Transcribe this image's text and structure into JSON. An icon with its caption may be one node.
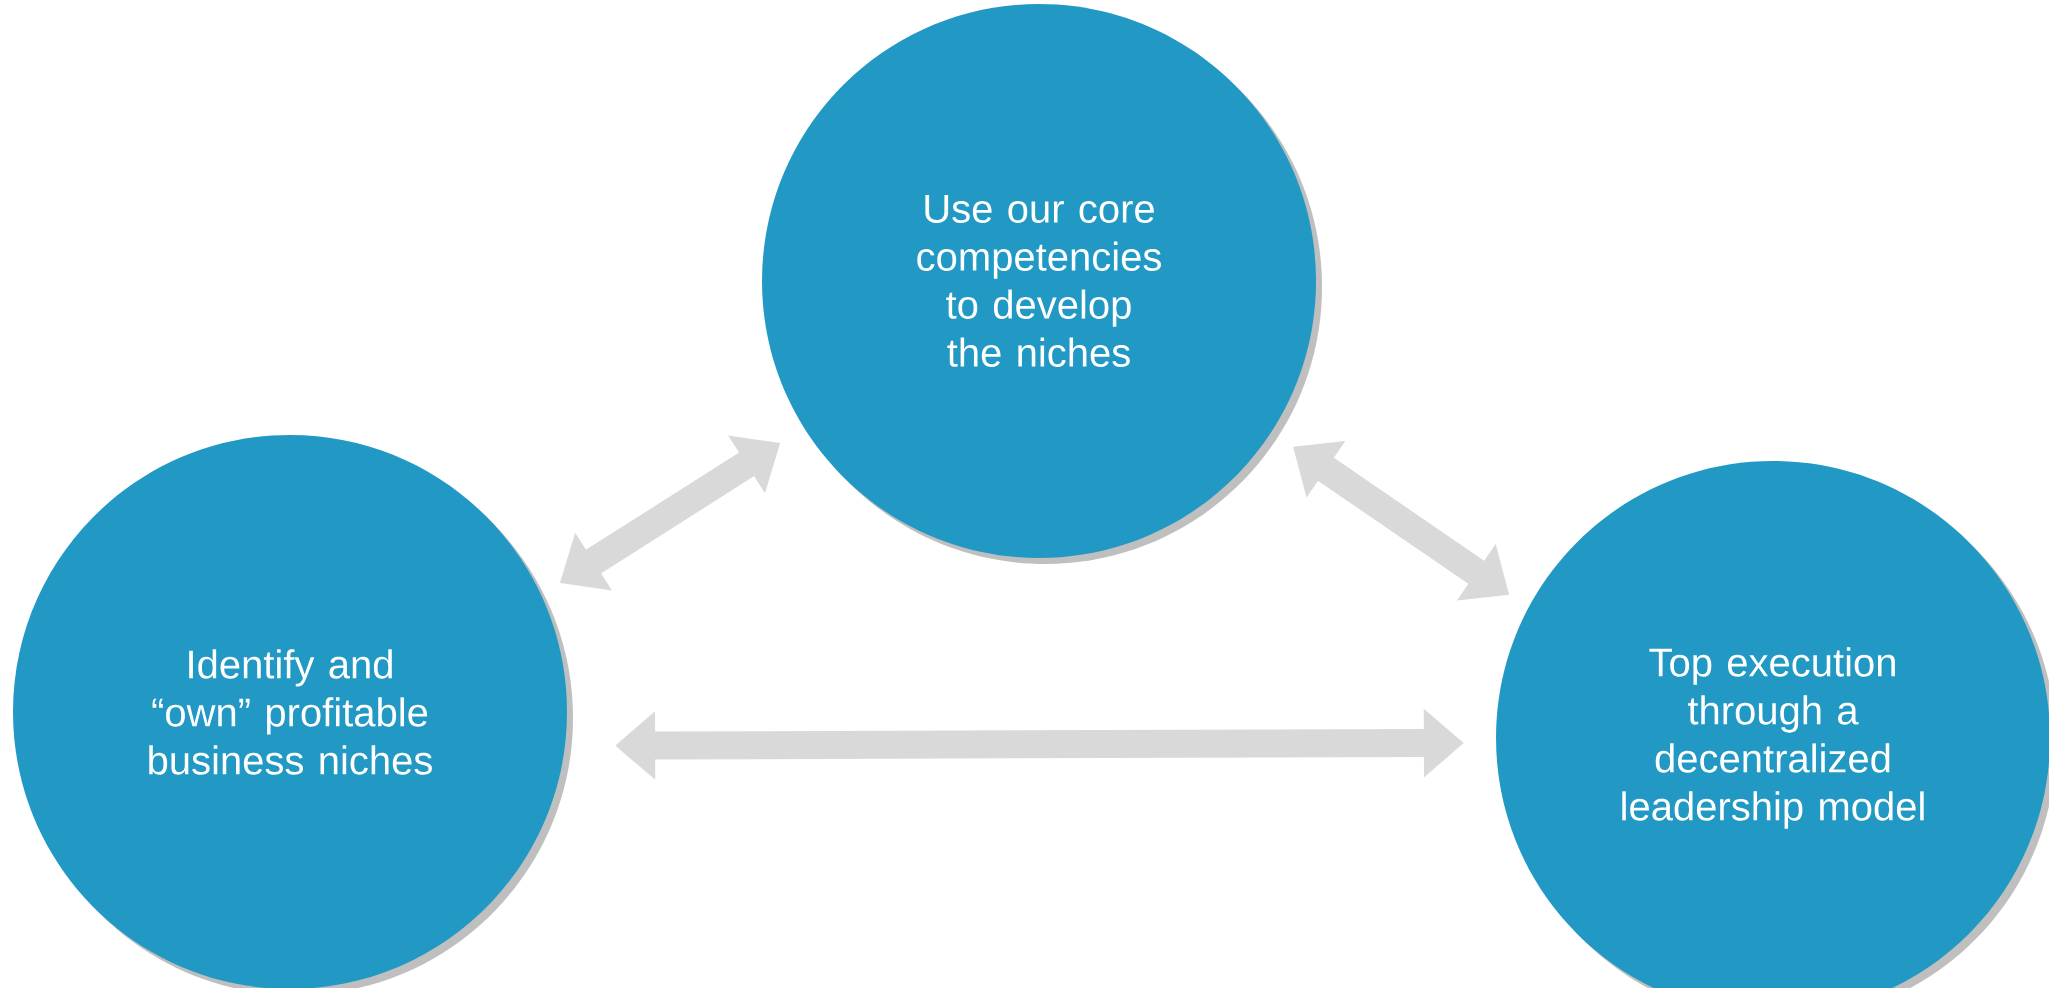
{
  "diagram": {
    "nodes": [
      {
        "text": [
          "Use our core competencies to develop the niches"
        ]
      },
      {
        "text": [
          "Identify and “own” profitable business niches"
        ]
      },
      {
        "text": [
          "Top execution through a decentralized leadership model"
        ]
      }
    ],
    "edges": [
      {
        "from": 1,
        "to": 0,
        "arrow": "both"
      },
      {
        "from": 0,
        "to": 2,
        "arrow": "both"
      },
      {
        "from": 1,
        "to": 2,
        "arrow": "both"
      }
    ]
  }
}
